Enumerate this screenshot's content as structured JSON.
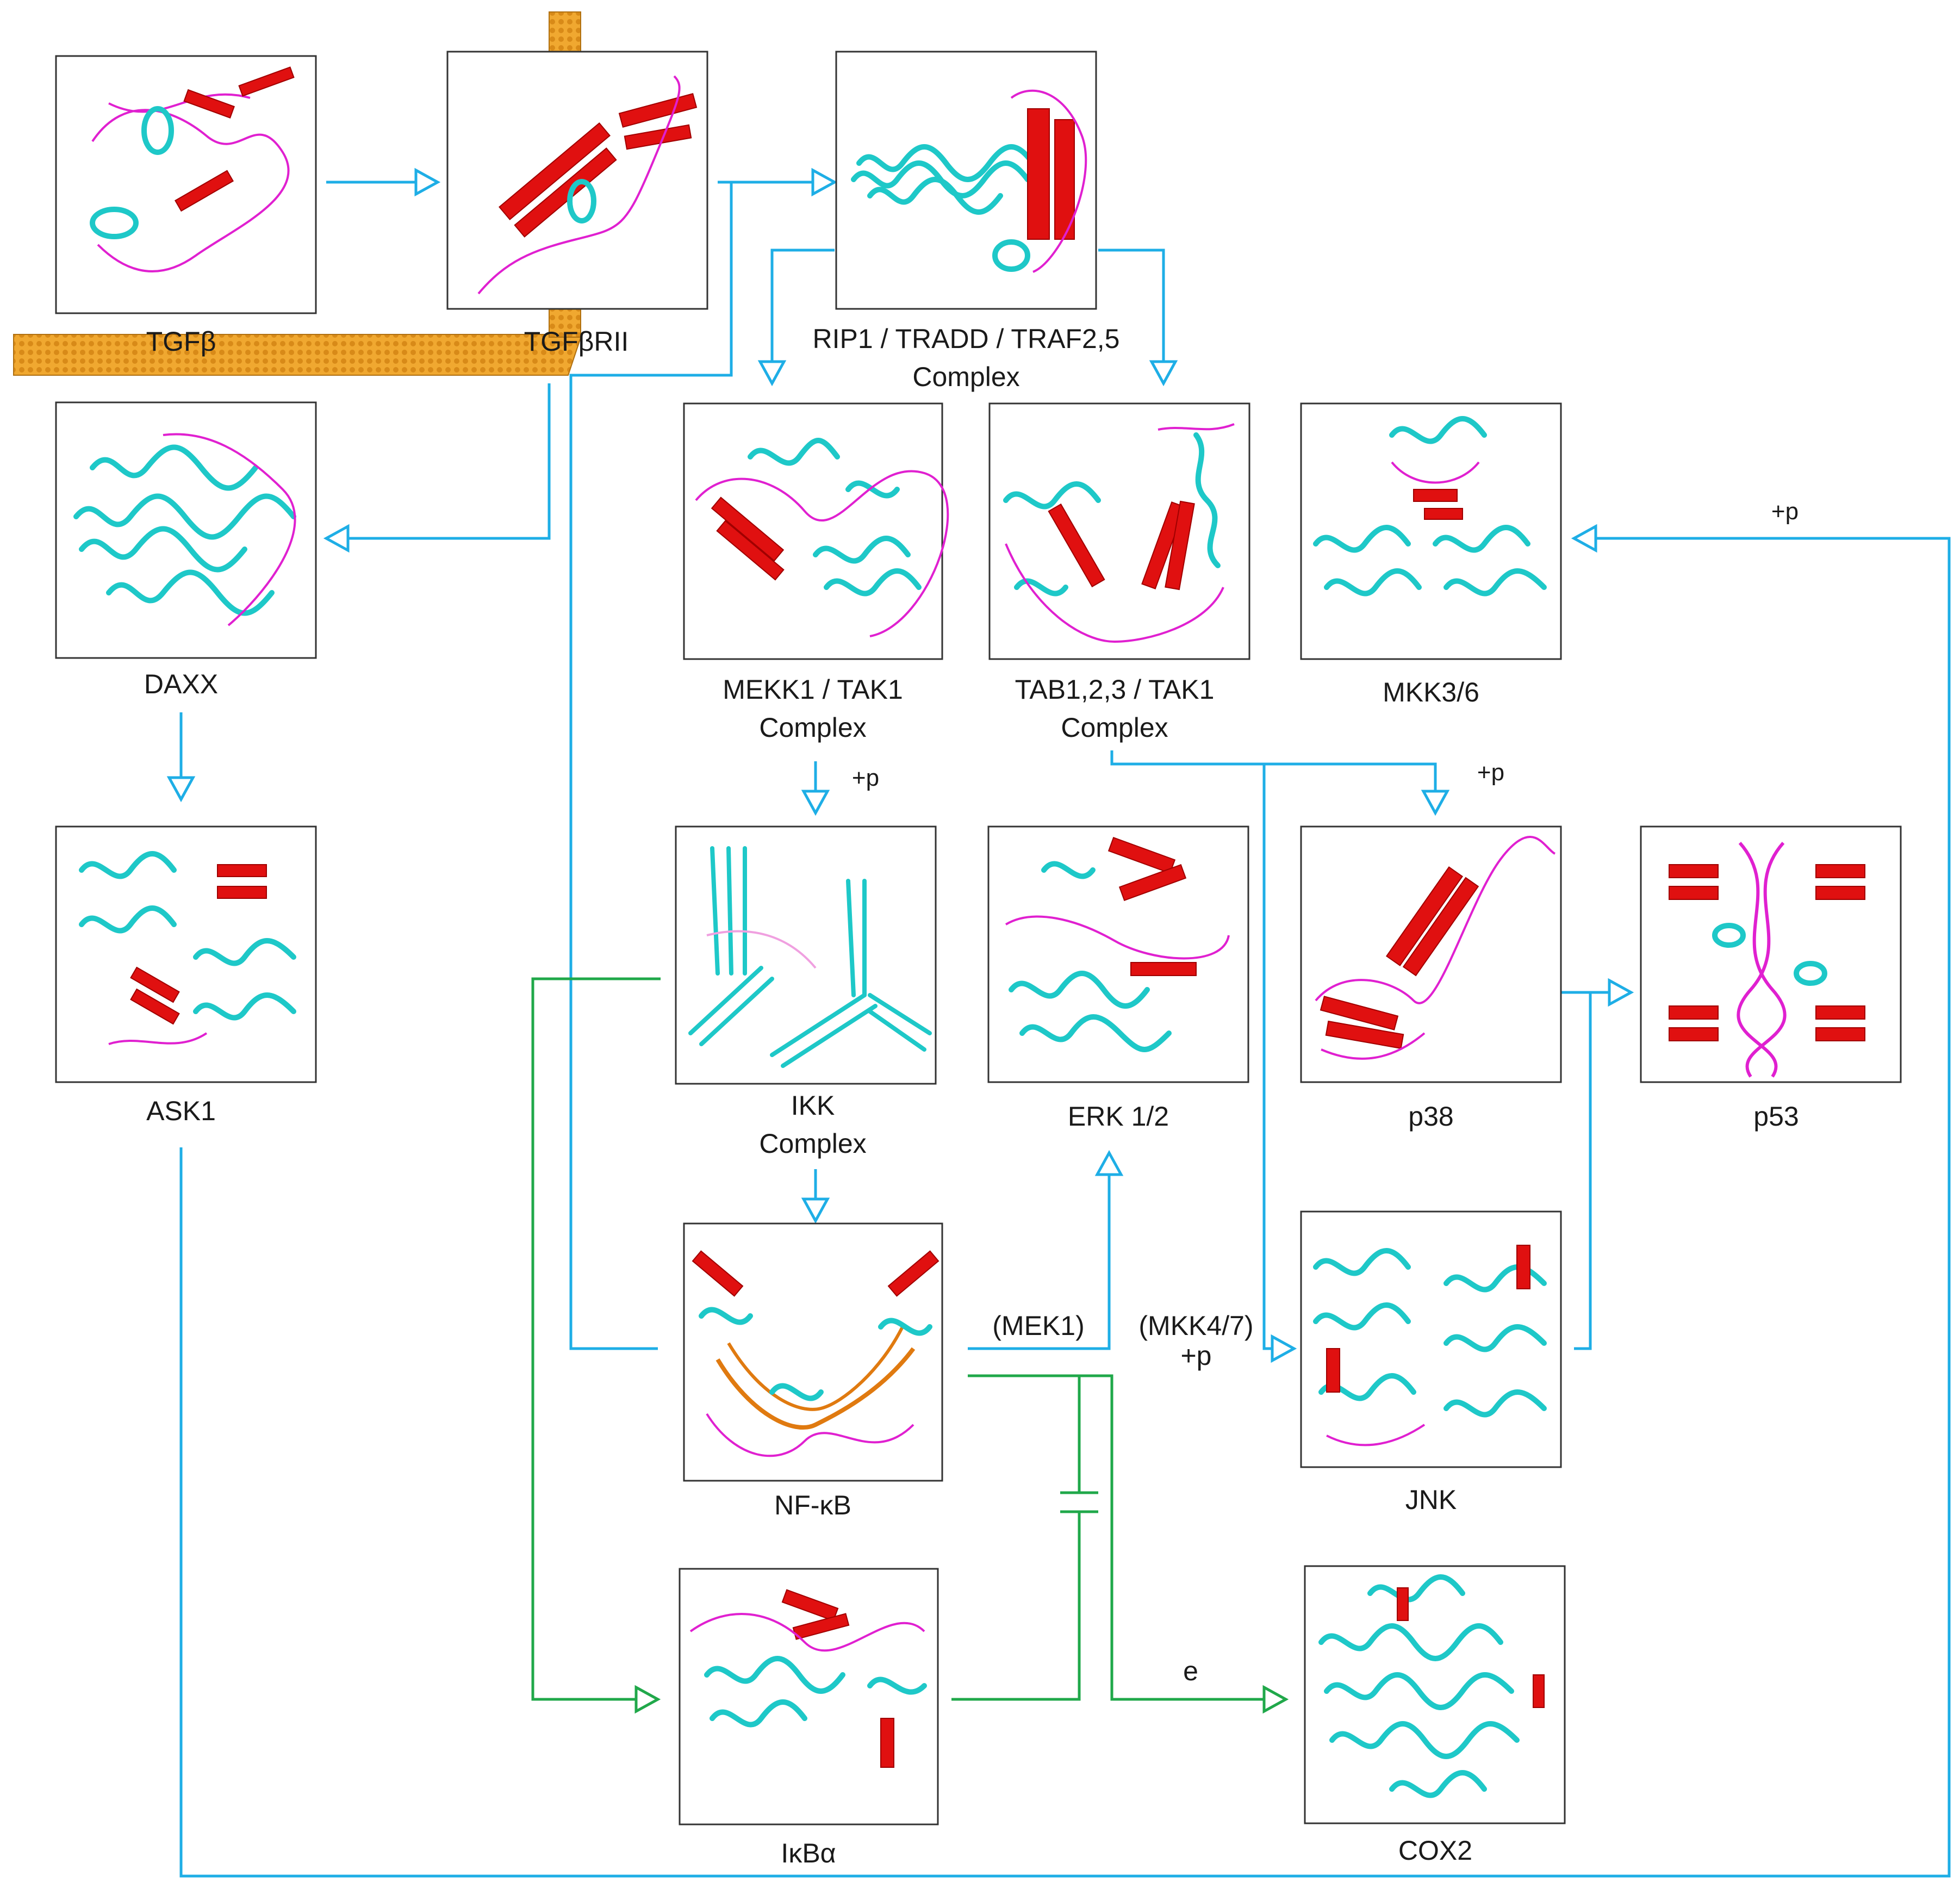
{
  "proteins": {
    "tgfb": "TGFβ",
    "tgfbrii": "TGFβRII",
    "rip1_l1": "RIP1 / TRADD / TRAF2,5",
    "rip1_l2": "Complex",
    "daxx": "DAXX",
    "mekk1_l1": "MEKK1 /  TAK1",
    "mekk1_l2": "Complex",
    "tab_l1": "TAB1,2,3 /  TAK1",
    "tab_l2": "Complex",
    "mkk36": "MKK3/6",
    "ask1": "ASK1",
    "ikk_l1": "IKK",
    "ikk_l2": "Complex",
    "erk": "ERK 1/2",
    "p38": "p38",
    "p53": "p53",
    "nfkb": "NF-κB",
    "jnk": "JNK",
    "ikba": "IκBα",
    "cox2": "COX2"
  },
  "annotations": {
    "phos_mkk36": "+p",
    "phos_ikk": "+p",
    "phos_p38": "+p",
    "mek1": "(MEK1)",
    "mkk47_l1": "(MKK4/7)",
    "mkk47_l2": "+p",
    "e": "e"
  },
  "colors": {
    "activation_arrow": "#1eaee6",
    "nfkb_arrow": "#20a84a",
    "alpha_helix": "#1ec8c8",
    "beta_sheet": "#e01010",
    "coil": "#e020d0",
    "membrane": "#e8a020"
  }
}
